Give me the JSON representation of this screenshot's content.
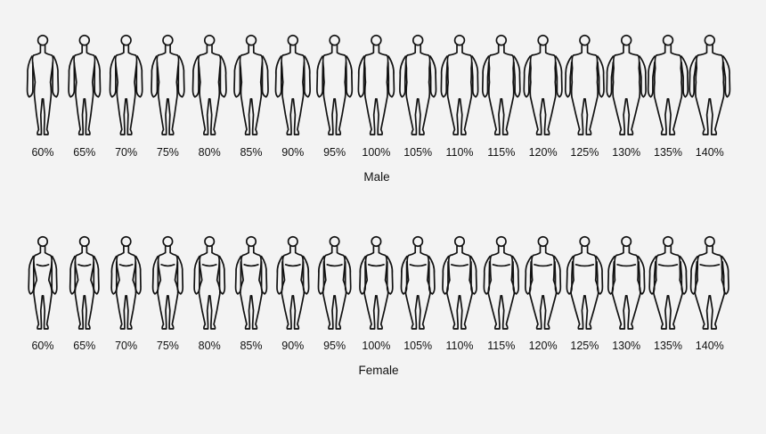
{
  "rows": [
    {
      "title": "Male",
      "gender": "male",
      "labels": [
        "60%",
        "65%",
        "70%",
        "75%",
        "80%",
        "85%",
        "90%",
        "95%",
        "100%",
        "105%",
        "110%",
        "115%",
        "120%",
        "125%",
        "130%",
        "135%",
        "140%"
      ],
      "body_size_percent": [
        60,
        65,
        70,
        75,
        80,
        85,
        90,
        95,
        100,
        105,
        110,
        115,
        120,
        125,
        130,
        135,
        140
      ]
    },
    {
      "title": "Female",
      "gender": "female",
      "labels": [
        "60%",
        "65%",
        "70%",
        "75%",
        "80%",
        "85%",
        "90%",
        "95%",
        "100%",
        "105%",
        "110%",
        "115%",
        "120%",
        "125%",
        "130%",
        "135%",
        "140%"
      ],
      "body_size_percent": [
        60,
        65,
        70,
        75,
        80,
        85,
        90,
        95,
        100,
        105,
        110,
        115,
        120,
        125,
        130,
        135,
        140
      ]
    }
  ],
  "colors": {
    "background": "#f3f3f3",
    "outline": "#111111",
    "text": "#111111"
  }
}
